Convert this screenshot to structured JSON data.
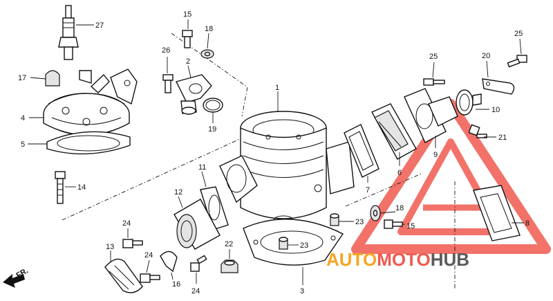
{
  "diagram": {
    "callouts": [
      "27",
      "15",
      "18",
      "26",
      "2",
      "17",
      "4",
      "5",
      "19",
      "14",
      "1",
      "25",
      "20",
      "25",
      "10",
      "21",
      "9",
      "6",
      "7",
      "11",
      "12",
      "24",
      "22",
      "23",
      "23",
      "18",
      "15",
      "8",
      "13",
      "24",
      "16",
      "24",
      "3"
    ],
    "front_label": "FR."
  },
  "watermark": {
    "part1": "AUTO",
    "part2": "MOTO",
    "part3": "HUB",
    "color_orange": "#f6a623",
    "color_red": "#f05a4f",
    "color_gray": "#5b5b5b"
  }
}
